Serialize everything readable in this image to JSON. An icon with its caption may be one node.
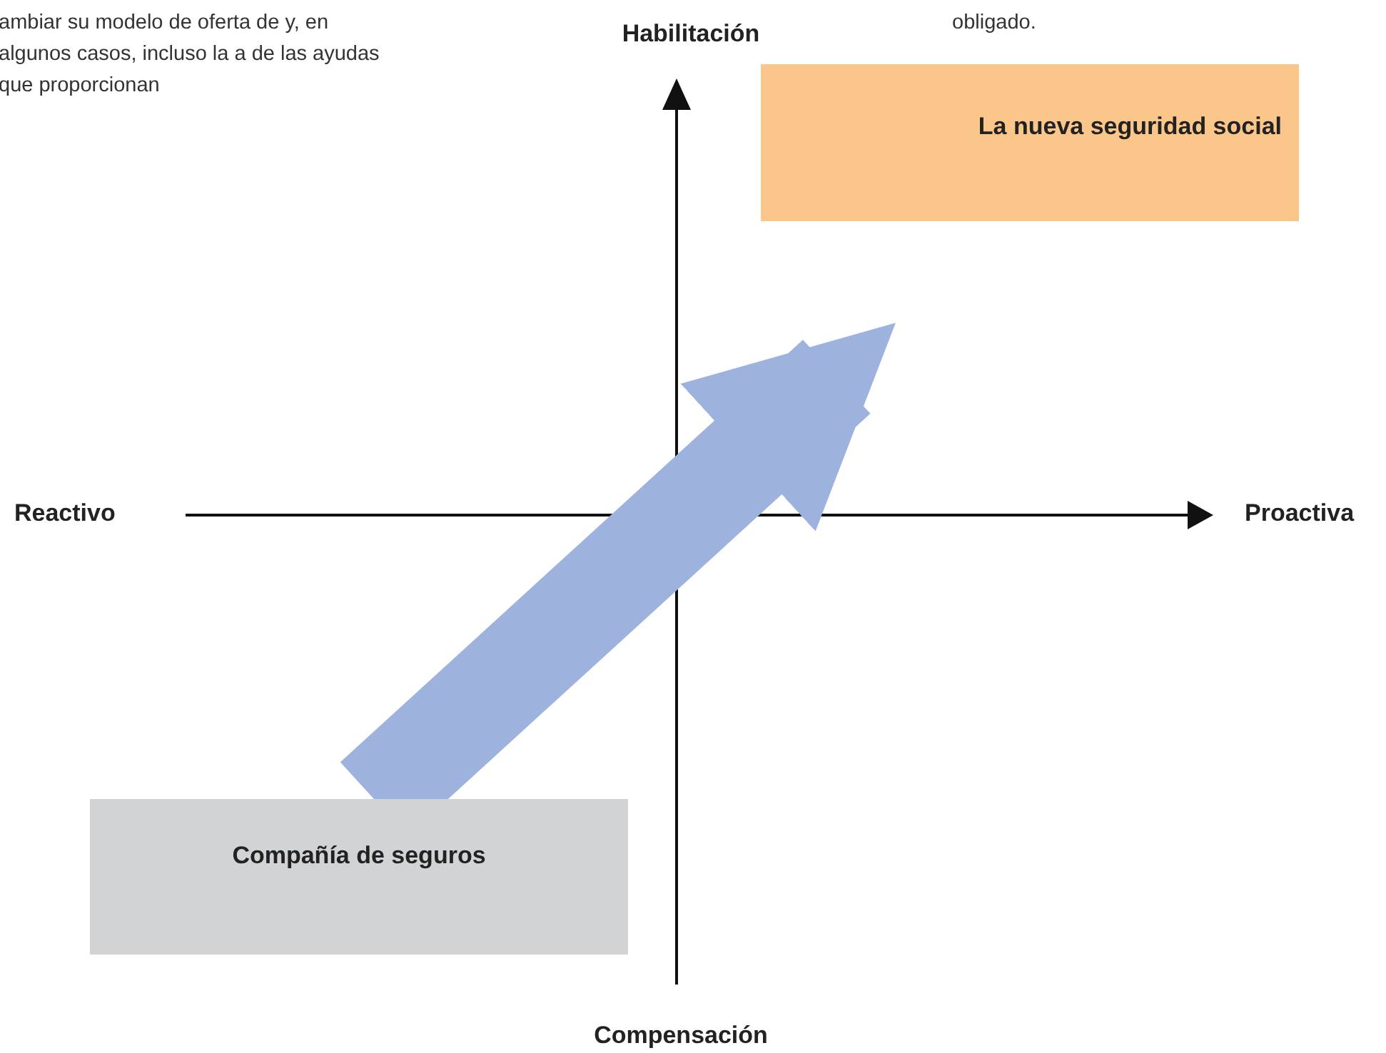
{
  "diagram": {
    "nodes": [
      {
        "text": [
          "La nueva seguridad social"
        ]
      },
      {
        "text": [
          "Compañía de seguros"
        ]
      }
    ],
    "edges": [
      {
        "from": 1,
        "to": 0,
        "arrow": "to",
        "color": "#9db3dd"
      }
    ],
    "labels": [
      "ambiar su modelo de oferta de y, en algunos casos, incluso la a de las ayudas que proporcionan",
      "obligado.",
      "Habilitación",
      "Reactivo",
      "Proactiva",
      "Compensación"
    ]
  }
}
